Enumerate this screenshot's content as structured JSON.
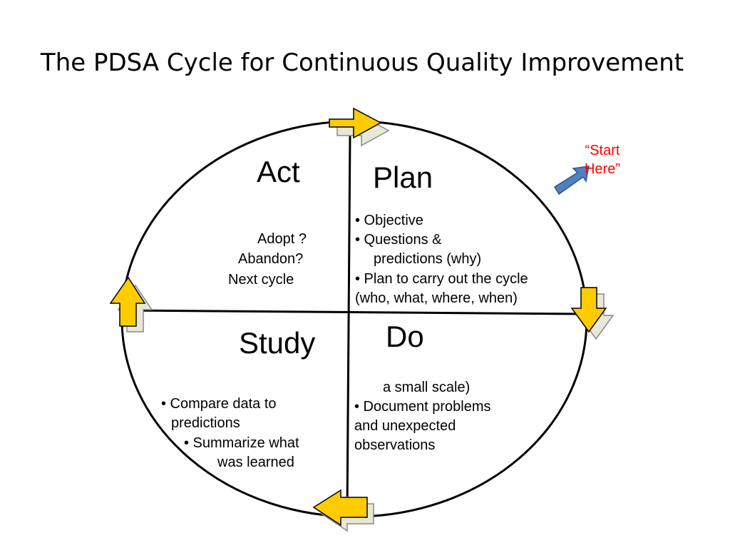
{
  "slide": {
    "title": "The PDSA Cycle for Continuous Quality Improvement"
  },
  "start_marker": {
    "line1": "“Start",
    "line2": "Here”",
    "color": "#ff0000",
    "arrow_color": "#4f81bd"
  },
  "colors": {
    "arrow_fill": "#ffcc00",
    "arrow_shadow": "#e8e8d8"
  },
  "quadrants": {
    "plan": {
      "title": "Plan",
      "line1": "• Objective",
      "line2": "• Questions &",
      "line3": "predictions (why)",
      "line4": "• Plan to carry out the cycle",
      "line5": "(who, what, where, when)"
    },
    "do": {
      "title": "Do",
      "line1": "a small scale)",
      "line2": "•   Document problems",
      "line3": "and unexpected",
      "line4": "observations"
    },
    "study": {
      "title": "Study",
      "line1": "• Compare data to",
      "line2": "predictions",
      "line3": "• Summarize what",
      "line4": "was learned"
    },
    "act": {
      "title": "Act",
      "line1": "Adopt ?",
      "line2": "Abandon?",
      "line3": "Next cycle"
    }
  }
}
